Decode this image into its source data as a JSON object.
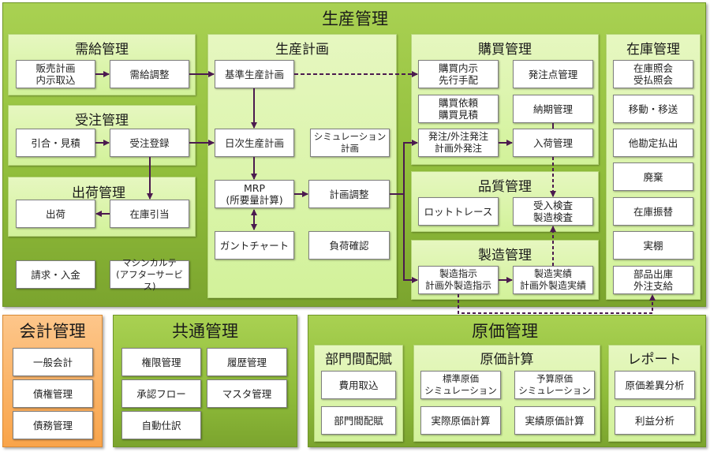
{
  "production": {
    "title": "生産管理",
    "demand": {
      "title": "需給管理",
      "items": [
        "販売計画\n内示取込",
        "需給調整"
      ]
    },
    "orders": {
      "title": "受注管理",
      "items": [
        "引合・見積",
        "受注登録"
      ]
    },
    "shipping": {
      "title": "出荷管理",
      "items": [
        "出荷",
        "在庫引当"
      ]
    },
    "misc": [
      "請求・入金",
      "マシンカルテ\n(アフターサービス)"
    ],
    "planning": {
      "title": "生産計画",
      "items": [
        "基準生産計画",
        "日次生産計画",
        "シミュレーション\n計画",
        "MRP\n(所要量計算)",
        "計画調整",
        "ガントチャート",
        "負荷確認"
      ]
    },
    "purchasing": {
      "title": "購買管理",
      "items": [
        "購買内示\n先行手配",
        "発注点管理",
        "購買依頼\n購買見積",
        "納期管理",
        "発注/外注発注\n計画外発注",
        "入荷管理"
      ]
    },
    "quality": {
      "title": "品質管理",
      "items": [
        "ロットトレース",
        "受入検査\n製造検査"
      ]
    },
    "manufacturing": {
      "title": "製造管理",
      "items": [
        "製造指示\n計画外製造指示",
        "製造実績\n計画外製造実績"
      ]
    },
    "inventory": {
      "title": "在庫管理",
      "items": [
        "在庫照会\n受払照会",
        "移動・移送",
        "他勘定払出",
        "廃棄",
        "在庫振替",
        "実棚",
        "部品出庫\n外注支給"
      ]
    }
  },
  "accounting": {
    "title": "会計管理",
    "items": [
      "一般会計",
      "債権管理",
      "債務管理"
    ]
  },
  "common": {
    "title": "共通管理",
    "items": [
      "権限管理",
      "履歴管理",
      "承認フロー",
      "マスタ管理",
      "自動仕訳"
    ]
  },
  "cost": {
    "title": "原価管理",
    "allocation": {
      "title": "部門間配賦",
      "items": [
        "費用取込",
        "部門間配賦"
      ]
    },
    "calc": {
      "title": "原価計算",
      "items": [
        "標準原価\nシミュレーション",
        "予算原価\nシミュレーション",
        "実際原価計算",
        "実績原価計算"
      ]
    },
    "report": {
      "title": "レポート",
      "items": [
        "原価差異分析",
        "利益分析"
      ]
    }
  },
  "colors": {
    "arrow": "#4b1a4f",
    "green_outer": "#8fbc3a",
    "green_panel": "#d8f4a6",
    "orange": "#f9a44a"
  }
}
